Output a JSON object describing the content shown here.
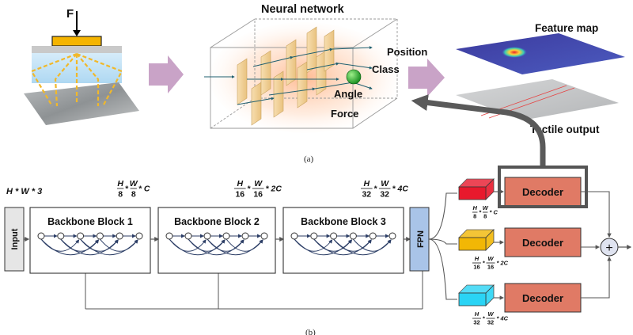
{
  "part_a": {
    "force_label": "F",
    "network_title": "Neural network",
    "outputs": {
      "position": "Position",
      "class": "Class",
      "angle": "Angle",
      "force": "Force"
    },
    "feature_map_label": "Feature map",
    "tactile_output_label": "Tactile output",
    "caption": "(a)"
  },
  "part_b": {
    "input_dims": "H * W * 3",
    "input_label": "Input",
    "blocks": [
      {
        "label": "Backbone Block 1",
        "dims": {
          "num1": "H",
          "den1": "8",
          "num2": "W",
          "den2": "8",
          "tail": "* C"
        }
      },
      {
        "label": "Backbone Block 2",
        "dims": {
          "num1": "H",
          "den1": "16",
          "num2": "W",
          "den2": "16",
          "tail": "* 2C"
        }
      },
      {
        "label": "Backbone Block 3",
        "dims": {
          "num1": "H",
          "den1": "32",
          "num2": "W",
          "den2": "32",
          "tail": "* 4C"
        }
      }
    ],
    "fpn_label": "FPN",
    "decoders": [
      {
        "label": "Decoder",
        "color": "#e8192c",
        "dims": {
          "num1": "H",
          "den1": "8",
          "num2": "W",
          "den2": "8",
          "tail": "* C"
        }
      },
      {
        "label": "Decoder",
        "color": "#f2b705",
        "dims": {
          "num1": "H",
          "den1": "16",
          "num2": "W",
          "den2": "16",
          "tail": "* 2C"
        }
      },
      {
        "label": "Decoder",
        "color": "#2ad4f5",
        "dims": {
          "num1": "H",
          "den1": "32",
          "num2": "W",
          "den2": "32",
          "tail": "* 4C"
        }
      }
    ],
    "sum_symbol": "+",
    "caption": "(b)"
  },
  "colors": {
    "arrow_fill": "#c9a3c7",
    "backbone_fill": "#ffffff",
    "decoder_fill": "#e07a65",
    "fpn_fill": "#a9c4e8",
    "input_fill": "#e6e6e6",
    "highlight_frame": "#555555"
  }
}
